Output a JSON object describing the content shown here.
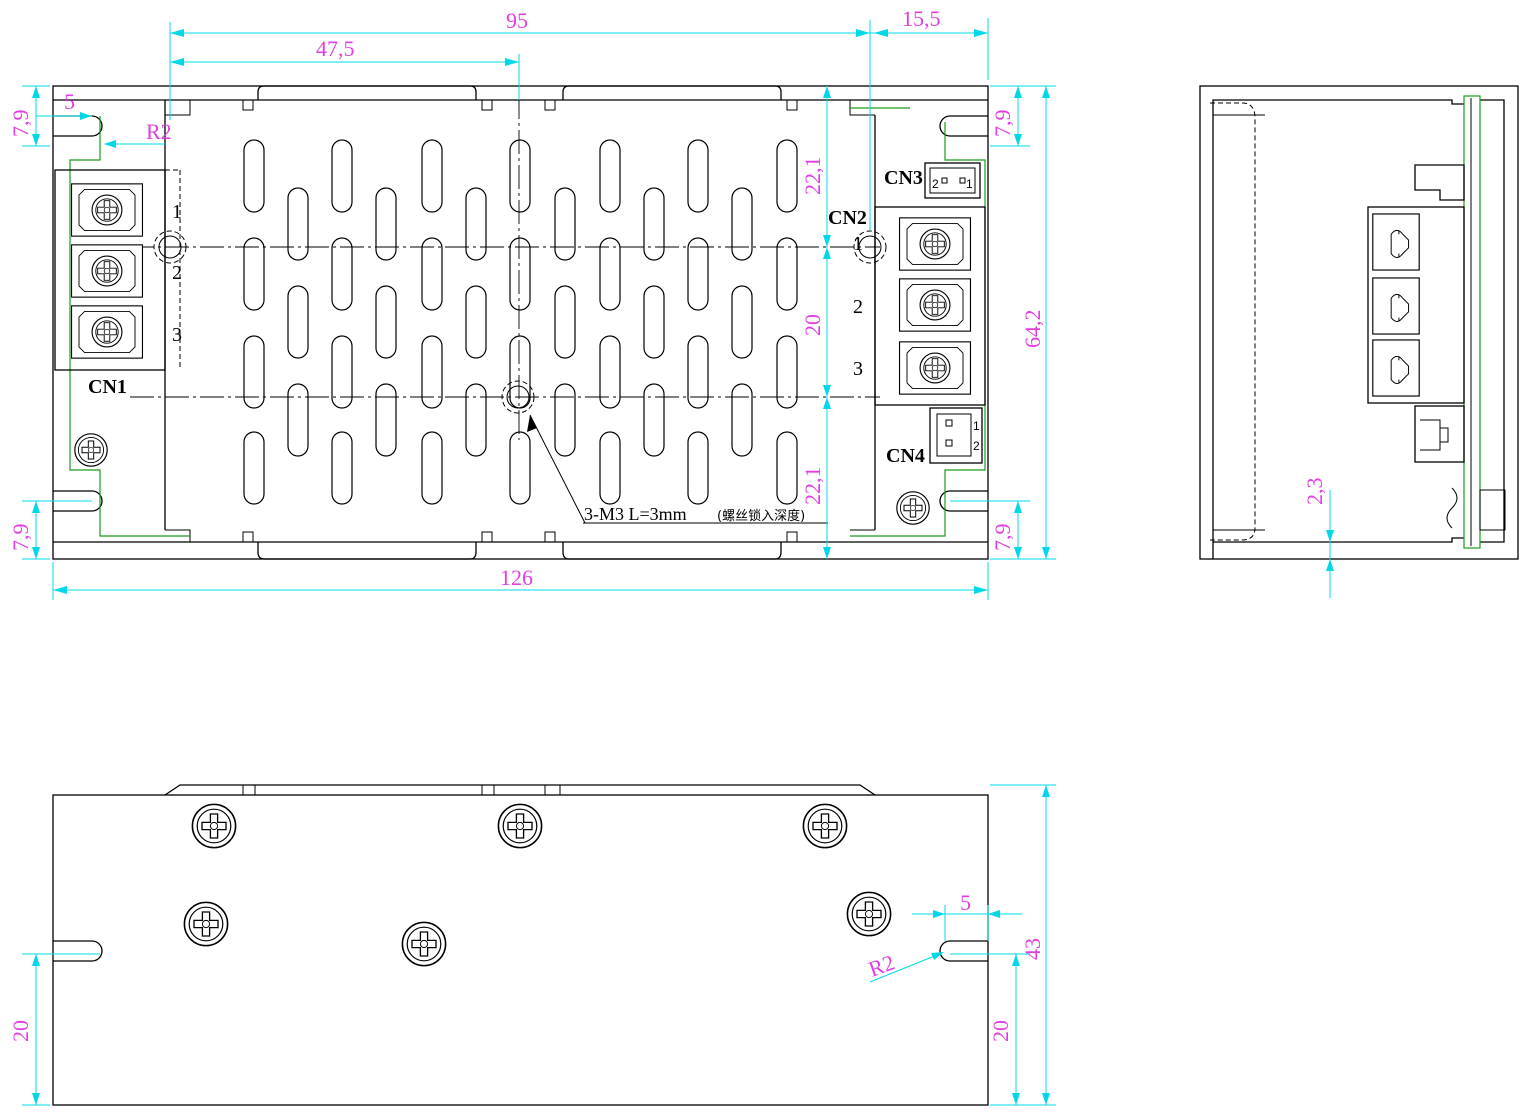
{
  "dimensions": {
    "d95": "95",
    "d47_5": "47,5",
    "d15_5": "15,5",
    "d7_9_tl": "7,9",
    "d5_top": "5",
    "r2_top": "R2",
    "d7_9_tr": "7,9",
    "d22_1_top": "22,1",
    "d20_mid": "20",
    "d22_1_bot": "22,1",
    "d64_2": "64,2",
    "d7_9_bl": "7,9",
    "d7_9_br": "7,9",
    "d126": "126",
    "d2_3": "2,3",
    "d5_bottom": "5",
    "r2_bottom": "R2",
    "d43": "43",
    "d20_bl": "20",
    "d20_br": "20"
  },
  "connectors": {
    "cn1": "CN1",
    "cn2": "CN2",
    "cn3": "CN3",
    "cn4": "CN4"
  },
  "pins": {
    "cn1_1": "1",
    "cn1_2": "2",
    "cn1_3": "3",
    "cn2_1": "1",
    "cn2_2": "2",
    "cn2_3": "3",
    "cn3_2": "2",
    "cn3_1": "1",
    "cn4_1": "1",
    "cn4_2": "2"
  },
  "notes": {
    "screw_note": "3-M3  L=3mm",
    "screw_note_cn": "(螺丝锁入深度)"
  },
  "colors": {
    "outline": "#000000",
    "dimension": "#00d8e8",
    "dimension_text": "#e040e0",
    "pcb_edge": "#1a9e1a"
  },
  "icons": [
    "phillips-screw-icon",
    "mounting-hole-icon",
    "terminal-screw-icon"
  ]
}
